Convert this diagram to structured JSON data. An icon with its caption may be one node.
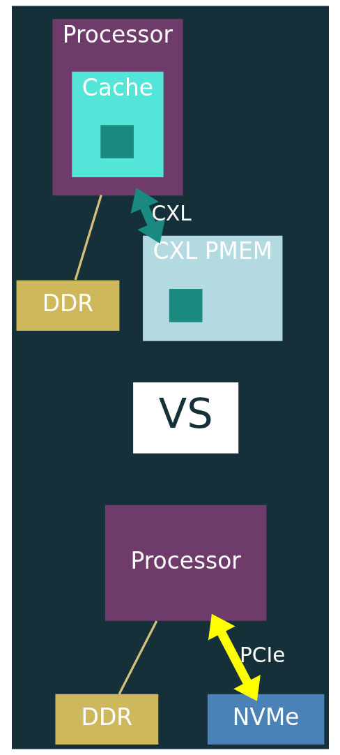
{
  "diagram": {
    "nodes": [
      {
        "text": [
          "Processor"
        ]
      },
      {
        "text": [
          "Cache"
        ],
        "in": 0
      },
      {
        "text": [],
        "shape": "box",
        "in": 1
      },
      {
        "text": [
          "DDR"
        ]
      },
      {
        "text": [
          "CXL PMEM"
        ]
      },
      {
        "text": [],
        "shape": "box",
        "in": 4
      },
      {
        "text": [
          "VS"
        ]
      },
      {
        "text": [
          "Processor"
        ]
      },
      {
        "text": [
          "DDR"
        ]
      },
      {
        "text": [
          "NVMe"
        ]
      }
    ],
    "edges": [
      {
        "from": 0,
        "to": 3,
        "arrow": "none",
        "color": "#d4c07a"
      },
      {
        "from": 0,
        "to": 4,
        "arrow": "both",
        "label": "CXL",
        "style": "thick",
        "color": "#1a8a80"
      },
      {
        "from": 7,
        "to": 8,
        "arrow": "none",
        "color": "#d4c07a"
      },
      {
        "from": 7,
        "to": 9,
        "arrow": "both",
        "label": "PCIe",
        "style": "thick",
        "color": "#ffff00"
      }
    ]
  }
}
